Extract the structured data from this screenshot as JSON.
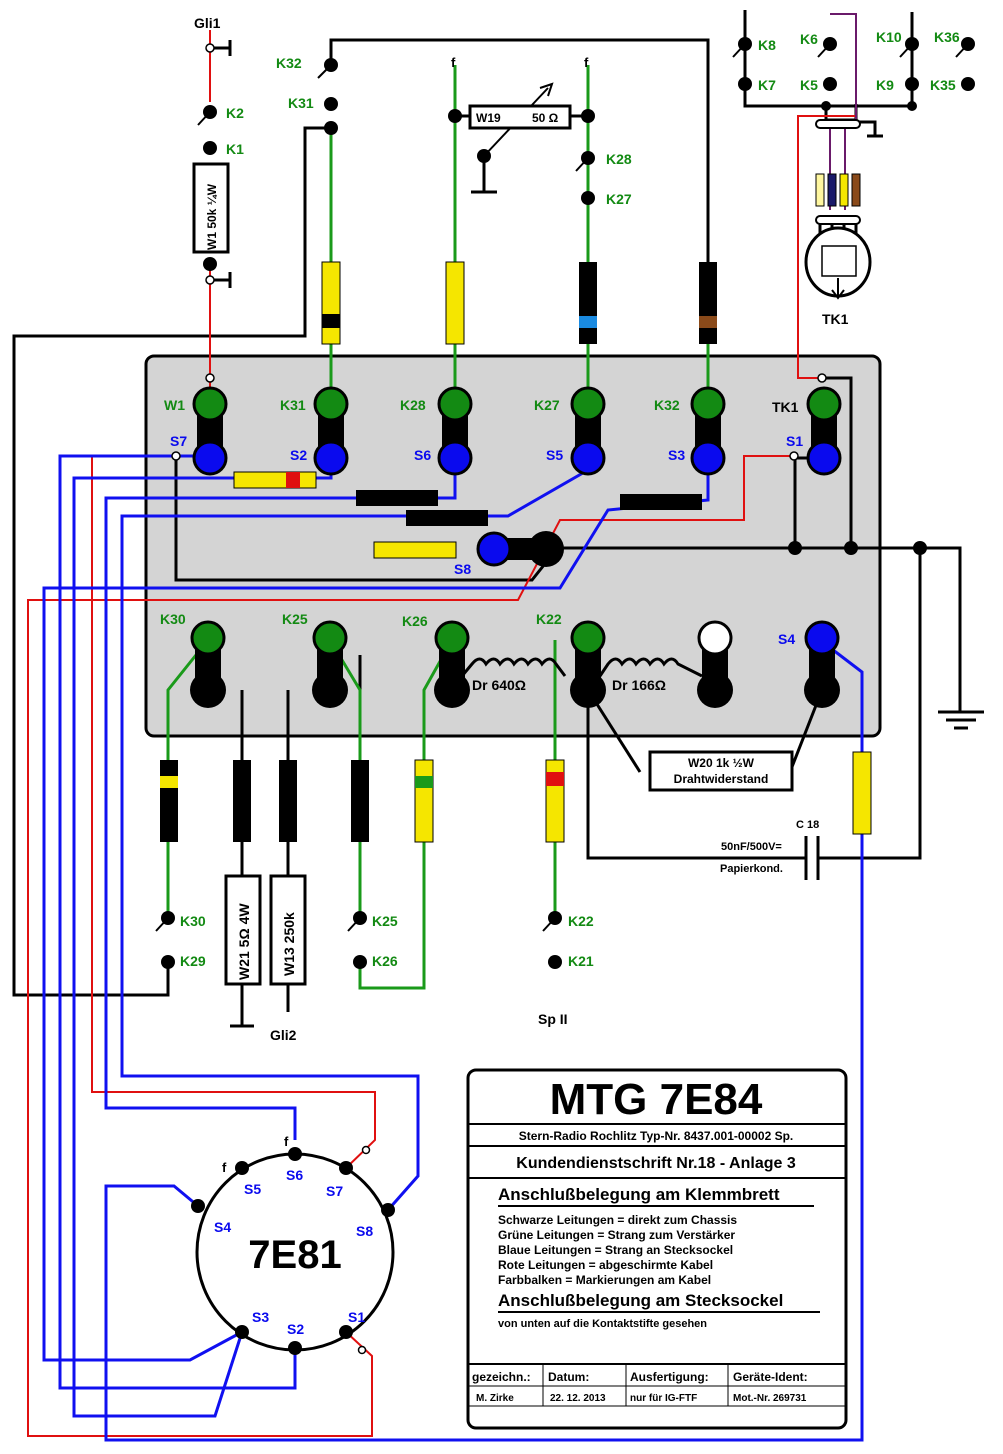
{
  "terminals": {
    "gli1": "Gli1",
    "gli2": "Gli2",
    "sp2": "Sp II",
    "f": "f",
    "tk1": "TK1",
    "k1": "K1",
    "k2": "K2",
    "k5": "K5",
    "k6": "K6",
    "k7": "K7",
    "k8": "K8",
    "k9": "K9",
    "k10": "K10",
    "k21": "K21",
    "k22": "K22",
    "k25": "K25",
    "k26": "K26",
    "k27": "K27",
    "k28": "K28",
    "k29": "K29",
    "k30": "K30",
    "k31": "K31",
    "k32": "K32",
    "k35": "K35",
    "k36": "K36"
  },
  "board": {
    "top_green": [
      "W1",
      "K31",
      "K28",
      "K27",
      "K32",
      "TK1"
    ],
    "top_blue": [
      "S7",
      "S2",
      "S6",
      "S5",
      "S3",
      "S1"
    ],
    "s8": "S8",
    "bottom_green": [
      "K30",
      "K25",
      "K26",
      "K22"
    ],
    "s4": "S4"
  },
  "components": {
    "w1": "W1  50k  ¼W",
    "w19": "W19",
    "w19_value": "50 Ω",
    "dr640": "Dr  640Ω",
    "dr166": "Dr  166Ω",
    "w20_line1": "W20  1k  ½W",
    "w20_line2": "Drahtwiderstand",
    "c18": "C 18",
    "c18_value": "50nF/500V=",
    "c18_type": "Papierkond.",
    "w21": "W21  5Ω  4W",
    "w13": "W13  250k"
  },
  "socket": {
    "title": "7E81",
    "pins": [
      "S1",
      "S2",
      "S3",
      "S4",
      "S5",
      "S6",
      "S7",
      "S8"
    ]
  },
  "title_block": {
    "model": "MTG 7E84",
    "maker_line": "Stern-Radio Rochlitz  Typ-Nr. 8437.001-00002 Sp.",
    "doc_line": "Kundendienstschrift Nr.18 - Anlage 3",
    "heading1": "Anschlußbelegung am Klemmbrett",
    "legend": [
      "Schwarze Leitungen = direkt zum Chassis",
      "Grüne Leitungen = Strang zum Verstärker",
      "Blaue Leitungen = Strang an Stecksockel",
      "Rote Leitungen = abgeschirmte Kabel",
      "Farbbalken = Markierungen am Kabel"
    ],
    "heading2": "Anschlußbelegung am Stecksockel",
    "subnote": "von unten auf die Kontaktstifte gesehen",
    "table_headers": [
      "gezeichn.:",
      "Datum:",
      "Ausfertigung:",
      "Geräte-Ident:"
    ],
    "table_values": [
      "M. Zirke",
      "22. 12. 2013",
      "nur für IG-FTF",
      "Mot.-Nr. 269731"
    ]
  },
  "colors": {
    "black": "#000000",
    "green": "#1a9a1a",
    "blue": "#1010f0",
    "red": "#e01010",
    "yellow": "#f5e600",
    "board": "#d4d4d4"
  }
}
